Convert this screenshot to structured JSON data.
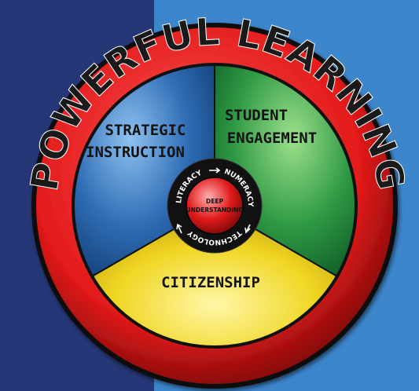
{
  "diagram": {
    "title": "POWERFUL LEARNING",
    "sectors": {
      "strategic": [
        "STRATEGIC",
        "INSTRUCTION"
      ],
      "engagement": [
        "STUDENT",
        "ENGAGEMENT"
      ],
      "citizenship": "CITIZENSHIP"
    },
    "ring_words": {
      "literacy": "LITERACY",
      "numeracy": "NUMERACY",
      "technology": "TECHNOLOGY"
    },
    "core": [
      "DEEP",
      "UNDERSTANDING"
    ],
    "colors": {
      "background_left": "#253776",
      "background_right": "#3d86cc",
      "outer_ring": "#e11b1b",
      "strategic": "#2f6db5",
      "engagement": "#2f9a45",
      "citizenship": "#f0d623"
    }
  }
}
